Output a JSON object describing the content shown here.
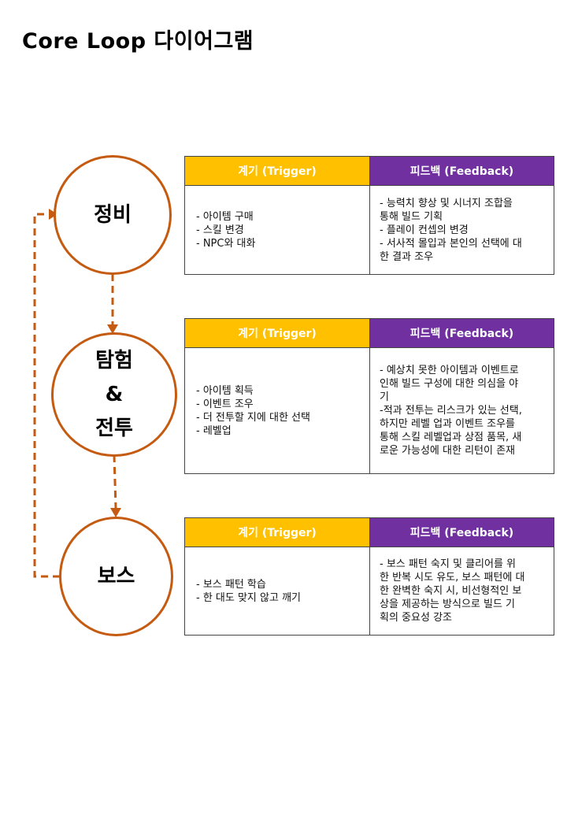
{
  "title": "Core Loop 다이어그램",
  "colors": {
    "accent": "#c55a11",
    "trigger_header": "#ffc000",
    "feedback_header": "#7030a0"
  },
  "nodes": [
    {
      "lines": [
        "정비"
      ]
    },
    {
      "lines": [
        "탐험",
        "&",
        "전투"
      ]
    },
    {
      "lines": [
        "보스"
      ]
    }
  ],
  "tables": [
    {
      "trigger_header": "계기 (Trigger)",
      "feedback_header": "피드백 (Feedback)",
      "trigger_lines": [
        "- 아이템 구매",
        "- 스킬 변경",
        "- NPC와 대화"
      ],
      "feedback_lines": [
        "- 능력치 향상 및 시너지 조합을",
        "통해 빌드 기획",
        "- 플레이 컨셉의 변경",
        "- 서사적 몰입과 본인의 선택에 대",
        "한 결과 조우"
      ]
    },
    {
      "trigger_header": "계기 (Trigger)",
      "feedback_header": "피드백 (Feedback)",
      "trigger_lines": [
        "- 아이템 획득",
        "- 이벤트 조우",
        "- 더 전투할 지에 대한 선택",
        "- 레벨업"
      ],
      "feedback_lines": [
        "- 예상치 못한 아이템과 이벤트로",
        "인해 빌드 구성에 대한 의심을 야",
        "기",
        "-적과 전투는 리스크가 있는 선택,",
        "하지만 레벨 업과 이벤트 조우를",
        "통해 스킬 레벨업과 상점 품목, 새",
        "로운 가능성에 대한 리턴이 존재"
      ]
    },
    {
      "trigger_header": "계기 (Trigger)",
      "feedback_header": "피드백 (Feedback)",
      "trigger_lines": [
        "- 보스 패턴 학습",
        "- 한 대도 맞지 않고 깨기"
      ],
      "feedback_lines": [
        "- 보스 패턴 숙지 및 클리어를 위",
        "한 반복 시도 유도, 보스 패턴에 대",
        "한 완벽한 숙지 시, 비선형적인 보",
        "상을 제공하는 방식으로 빌드 기",
        "획의 중요성 강조"
      ]
    }
  ]
}
